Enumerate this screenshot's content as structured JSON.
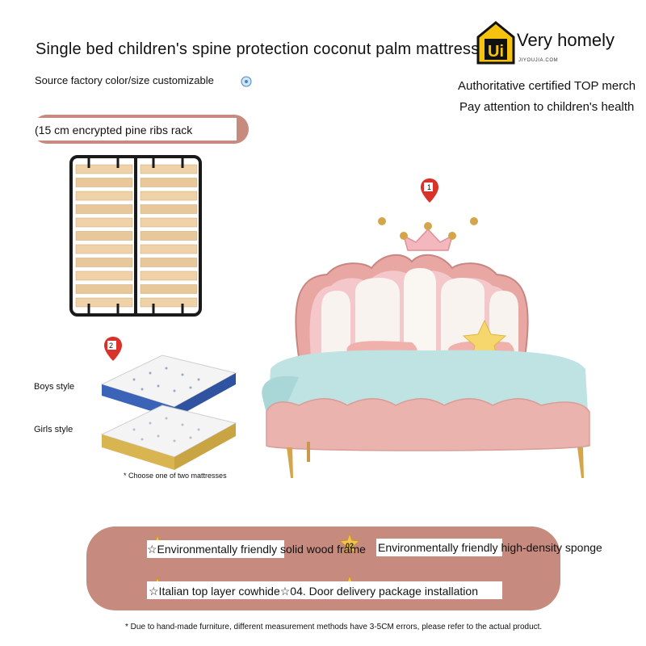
{
  "header": {
    "title": "Single bed   children's spine protection coconut palm mattress",
    "subtitle": "Source factory color/size customizable"
  },
  "brand": {
    "logo_letter": "Ui",
    "name": "Very homely",
    "url": "JIYOUJIA.COM",
    "tagline_1": "Authoritative certified TOP merch",
    "tagline_2": "Pay attention to children's health"
  },
  "rack": {
    "label": "(15 cm encrypted pine ribs rack"
  },
  "markers": {
    "bed": "1",
    "mattress": "2"
  },
  "mattress": {
    "boys_label": "Boys style",
    "girls_label": "Girls style",
    "note": "* Choose one of two mattresses"
  },
  "features": {
    "f1": "☆Environmentally friendly solid wood frame",
    "f2_badge": "02",
    "f2": "Environmentally friendly high-density sponge",
    "f3": "☆Italian top layer cowhide☆04. Door delivery package installation"
  },
  "footnote": "* Due to hand-made furniture, different measurement methods have 3-5CM errors, please refer to the actual product.",
  "colors": {
    "accent": "#c68a7e",
    "bed_pink": "#eab3ae",
    "marker_red": "#d9322b",
    "gold": "#d4a54a",
    "star_yellow": "#f5d76e"
  }
}
